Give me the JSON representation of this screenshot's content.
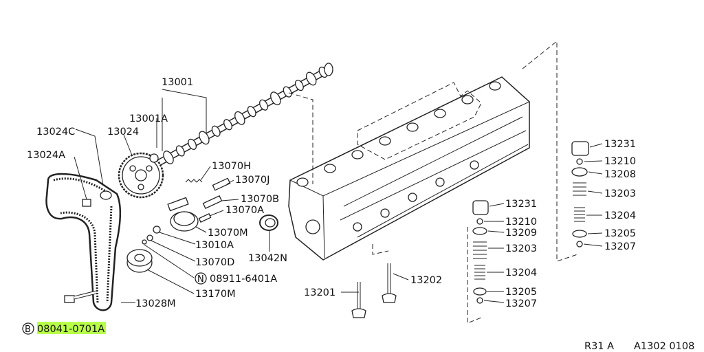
{
  "labels": {
    "p13001": "13001",
    "p13001A": "13001A",
    "p13024C": "13024C",
    "p13024": "13024",
    "p13024A": "13024A",
    "p13070H": "13070H",
    "p13070J": "13070J",
    "p13070B": "13070B",
    "p13070A": "13070A",
    "p13070M": "13070M",
    "p13010A": "13010A",
    "p13042N": "13042N",
    "p13070D": "13070D",
    "p08911": "08911-6401A",
    "p08911_marker": "N",
    "p13170M": "13170M",
    "p13028M": "13028M",
    "p08041": "08041-0701A",
    "p08041_marker": "B",
    "p13201": "13201",
    "p13202": "13202",
    "right_col_a": [
      "13231",
      "13210",
      "13208",
      "13203",
      "13204",
      "13205",
      "13207"
    ],
    "right_col_b": [
      "13231",
      "13210",
      "13209",
      "13203",
      "13204",
      "13205",
      "13207"
    ]
  },
  "footer": {
    "code_left": "R31 A",
    "code_right": "A1302 0108"
  },
  "colors": {
    "highlight": "#b8ff4a",
    "ink": "#222222"
  }
}
